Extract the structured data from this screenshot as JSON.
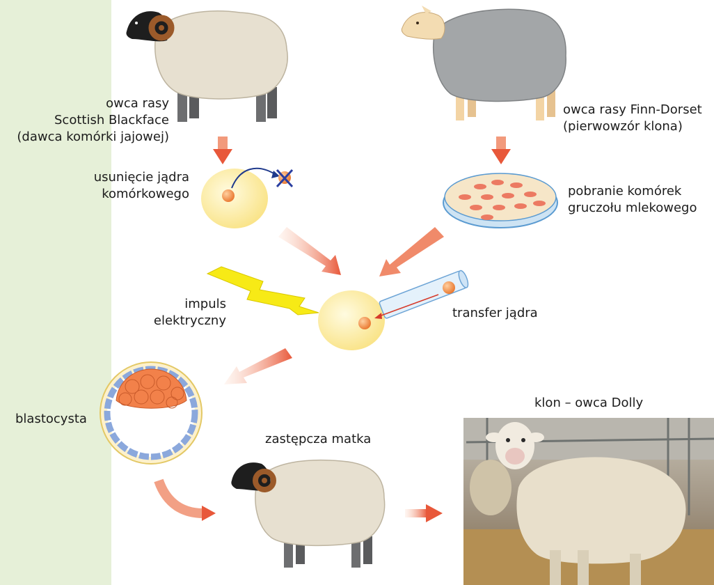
{
  "labels": {
    "blackface_line1": "owca rasy",
    "blackface_line2": "Scottish Blackface",
    "blackface_line3": "(dawca komórki jajowej)",
    "finn_line1": "owca rasy Finn-Dorset",
    "finn_line2": "(pierwowzór klona)",
    "enucleation_line1": "usunięcie jądra",
    "enucleation_line2": "komórkowego",
    "cells_line1": "pobranie komórek",
    "cells_line2": "gruczołu mlekowego",
    "impulse_line1": "impuls",
    "impulse_line2": "elektryczny",
    "transfer": "transfer jądra",
    "blastocyst": "blastocysta",
    "surrogate": "zastępcza matka",
    "clone": "klon – owca Dolly"
  },
  "colors": {
    "sidebar": "#e6f0d8",
    "egg": "#fbe88e",
    "nucleus": "#f08a3a",
    "arrow": "#e8583a",
    "blackface_wool": "#e7e0d0",
    "finn_wool": "#a3a6a8",
    "lightning": "#f7ea16",
    "blastomere": "#f2814a",
    "trophoblast": "#8ba8dc"
  }
}
